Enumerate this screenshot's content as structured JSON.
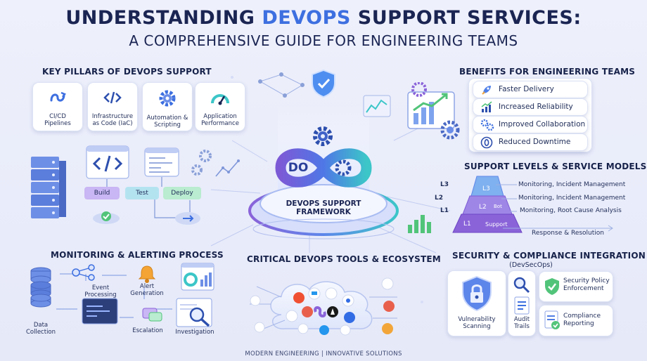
{
  "header": {
    "title_part1": "UNDERSTANDING ",
    "title_accent": "DEVOPS",
    "title_part2": " SUPPORT SERVICES:",
    "subtitle": "A COMPREHENSIVE GUIDE FOR ENGINEERING TEAMS"
  },
  "pillars": {
    "title": "KEY PILLARS OF DEVOPS SUPPORT",
    "items": [
      {
        "label_1": "CI/CD",
        "label_2": "Pipelines"
      },
      {
        "label_1": "Infrastructure",
        "label_2": "as Code (IaC)"
      },
      {
        "label_1": "Automation &",
        "label_2": "Scripting"
      },
      {
        "label_1": "Application",
        "label_2": "Performance"
      }
    ]
  },
  "pipeline": {
    "steps": [
      "Build",
      "Test",
      "Deploy"
    ]
  },
  "center": {
    "logo_text": "DO",
    "label_1": "DEVOPS SUPPORT",
    "label_2": "FRAMEWORK"
  },
  "benefits": {
    "title": "BENEFITS FOR ENGINEERING TEAMS",
    "items": [
      "Faster Delivery",
      "Increased Reliability",
      "Improved Collaboration",
      "Reduced Downtime"
    ]
  },
  "support_levels": {
    "title": "SUPPORT LEVELS & SERVICE MODELS",
    "tiers": [
      {
        "left": "L3",
        "badge": "L3",
        "desc": "Monitoring, Incident Management"
      },
      {
        "left": "L2",
        "badge": "L2",
        "sub": "Bot",
        "desc": "Monitoring, Incident Management"
      },
      {
        "left": "L1",
        "badge": "L1",
        "sub": "Support",
        "desc": "Monitoring, Root Cause Analysis"
      }
    ],
    "footer": "Response & Resolution"
  },
  "monitoring": {
    "title": "MONITORING & ALERTING PROCESS",
    "steps": {
      "data_collection_1": "Data",
      "data_collection_2": "Collection",
      "event_processing_1": "Event",
      "event_processing_2": "Processing",
      "alert_generation_1": "Alert",
      "alert_generation_2": "Generation",
      "escalation": "Escalation",
      "investigation": "Investigation"
    }
  },
  "tools": {
    "title": "CRITICAL DEVOPS TOOLS & ECOSYSTEM"
  },
  "security": {
    "title": "SECURITY & COMPLIANCE INTEGRATION",
    "subtitle": "(DevSecOps)",
    "vuln_1": "Vulnerability",
    "vuln_2": "Scanning",
    "audit_1": "Audit",
    "audit_2": "Trails",
    "policy_1": "Security Policy",
    "policy_2": "Enforcement",
    "compliance_1": "Compliance",
    "compliance_2": "Reporting"
  },
  "footer": "MODERN ENGINEERING | INNOVATIVE SOLUTIONS",
  "colors": {
    "navy": "#1b2553",
    "accent_blue": "#3d6fe0",
    "purple": "#8a63d9",
    "teal": "#3cc6c8",
    "green": "#52c47a"
  }
}
